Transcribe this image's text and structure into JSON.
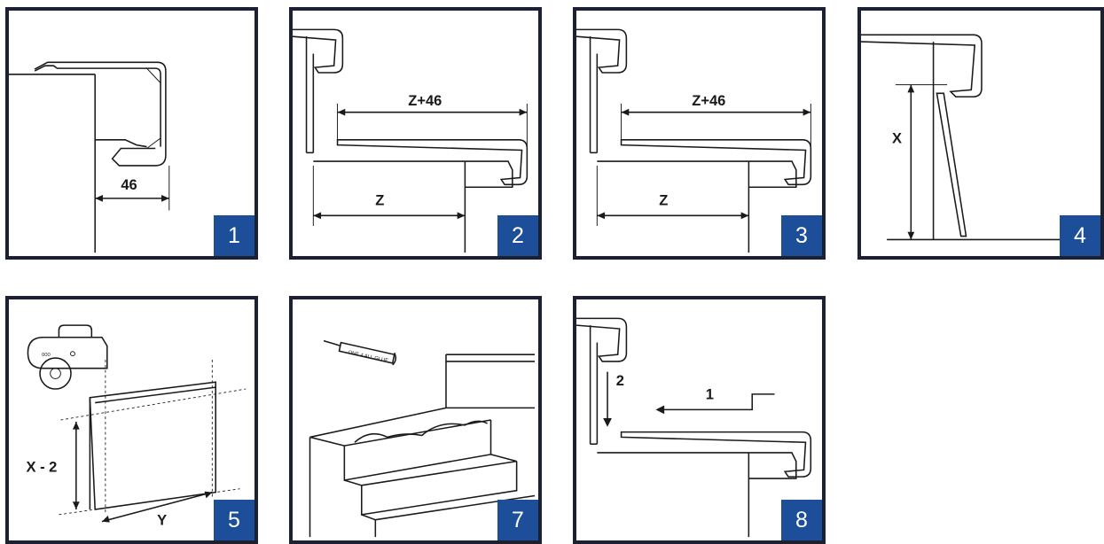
{
  "colors": {
    "frame": "#1b2133",
    "badge": "#1d4e9a",
    "badge_text": "#ffffff",
    "line": "#1a1a1a"
  },
  "panels": [
    {
      "step": "1",
      "labels": [
        "46"
      ]
    },
    {
      "step": "2",
      "labels": [
        "Z+46",
        "Z"
      ]
    },
    {
      "step": "3",
      "labels": [
        "Z+46",
        "Z"
      ]
    },
    {
      "step": "4",
      "labels": [
        "X"
      ]
    },
    {
      "step": "5",
      "labels": [
        "X - 2",
        "Y"
      ],
      "saw_marking": "000"
    },
    {
      "step": "7",
      "labels": [],
      "glue_label": "ONE 4 ALL GLUE"
    },
    {
      "step": "8",
      "labels": [
        "1",
        "2"
      ]
    }
  ],
  "icons": {
    "saw": "circular-saw-icon",
    "glue": "glue-tube-icon"
  }
}
